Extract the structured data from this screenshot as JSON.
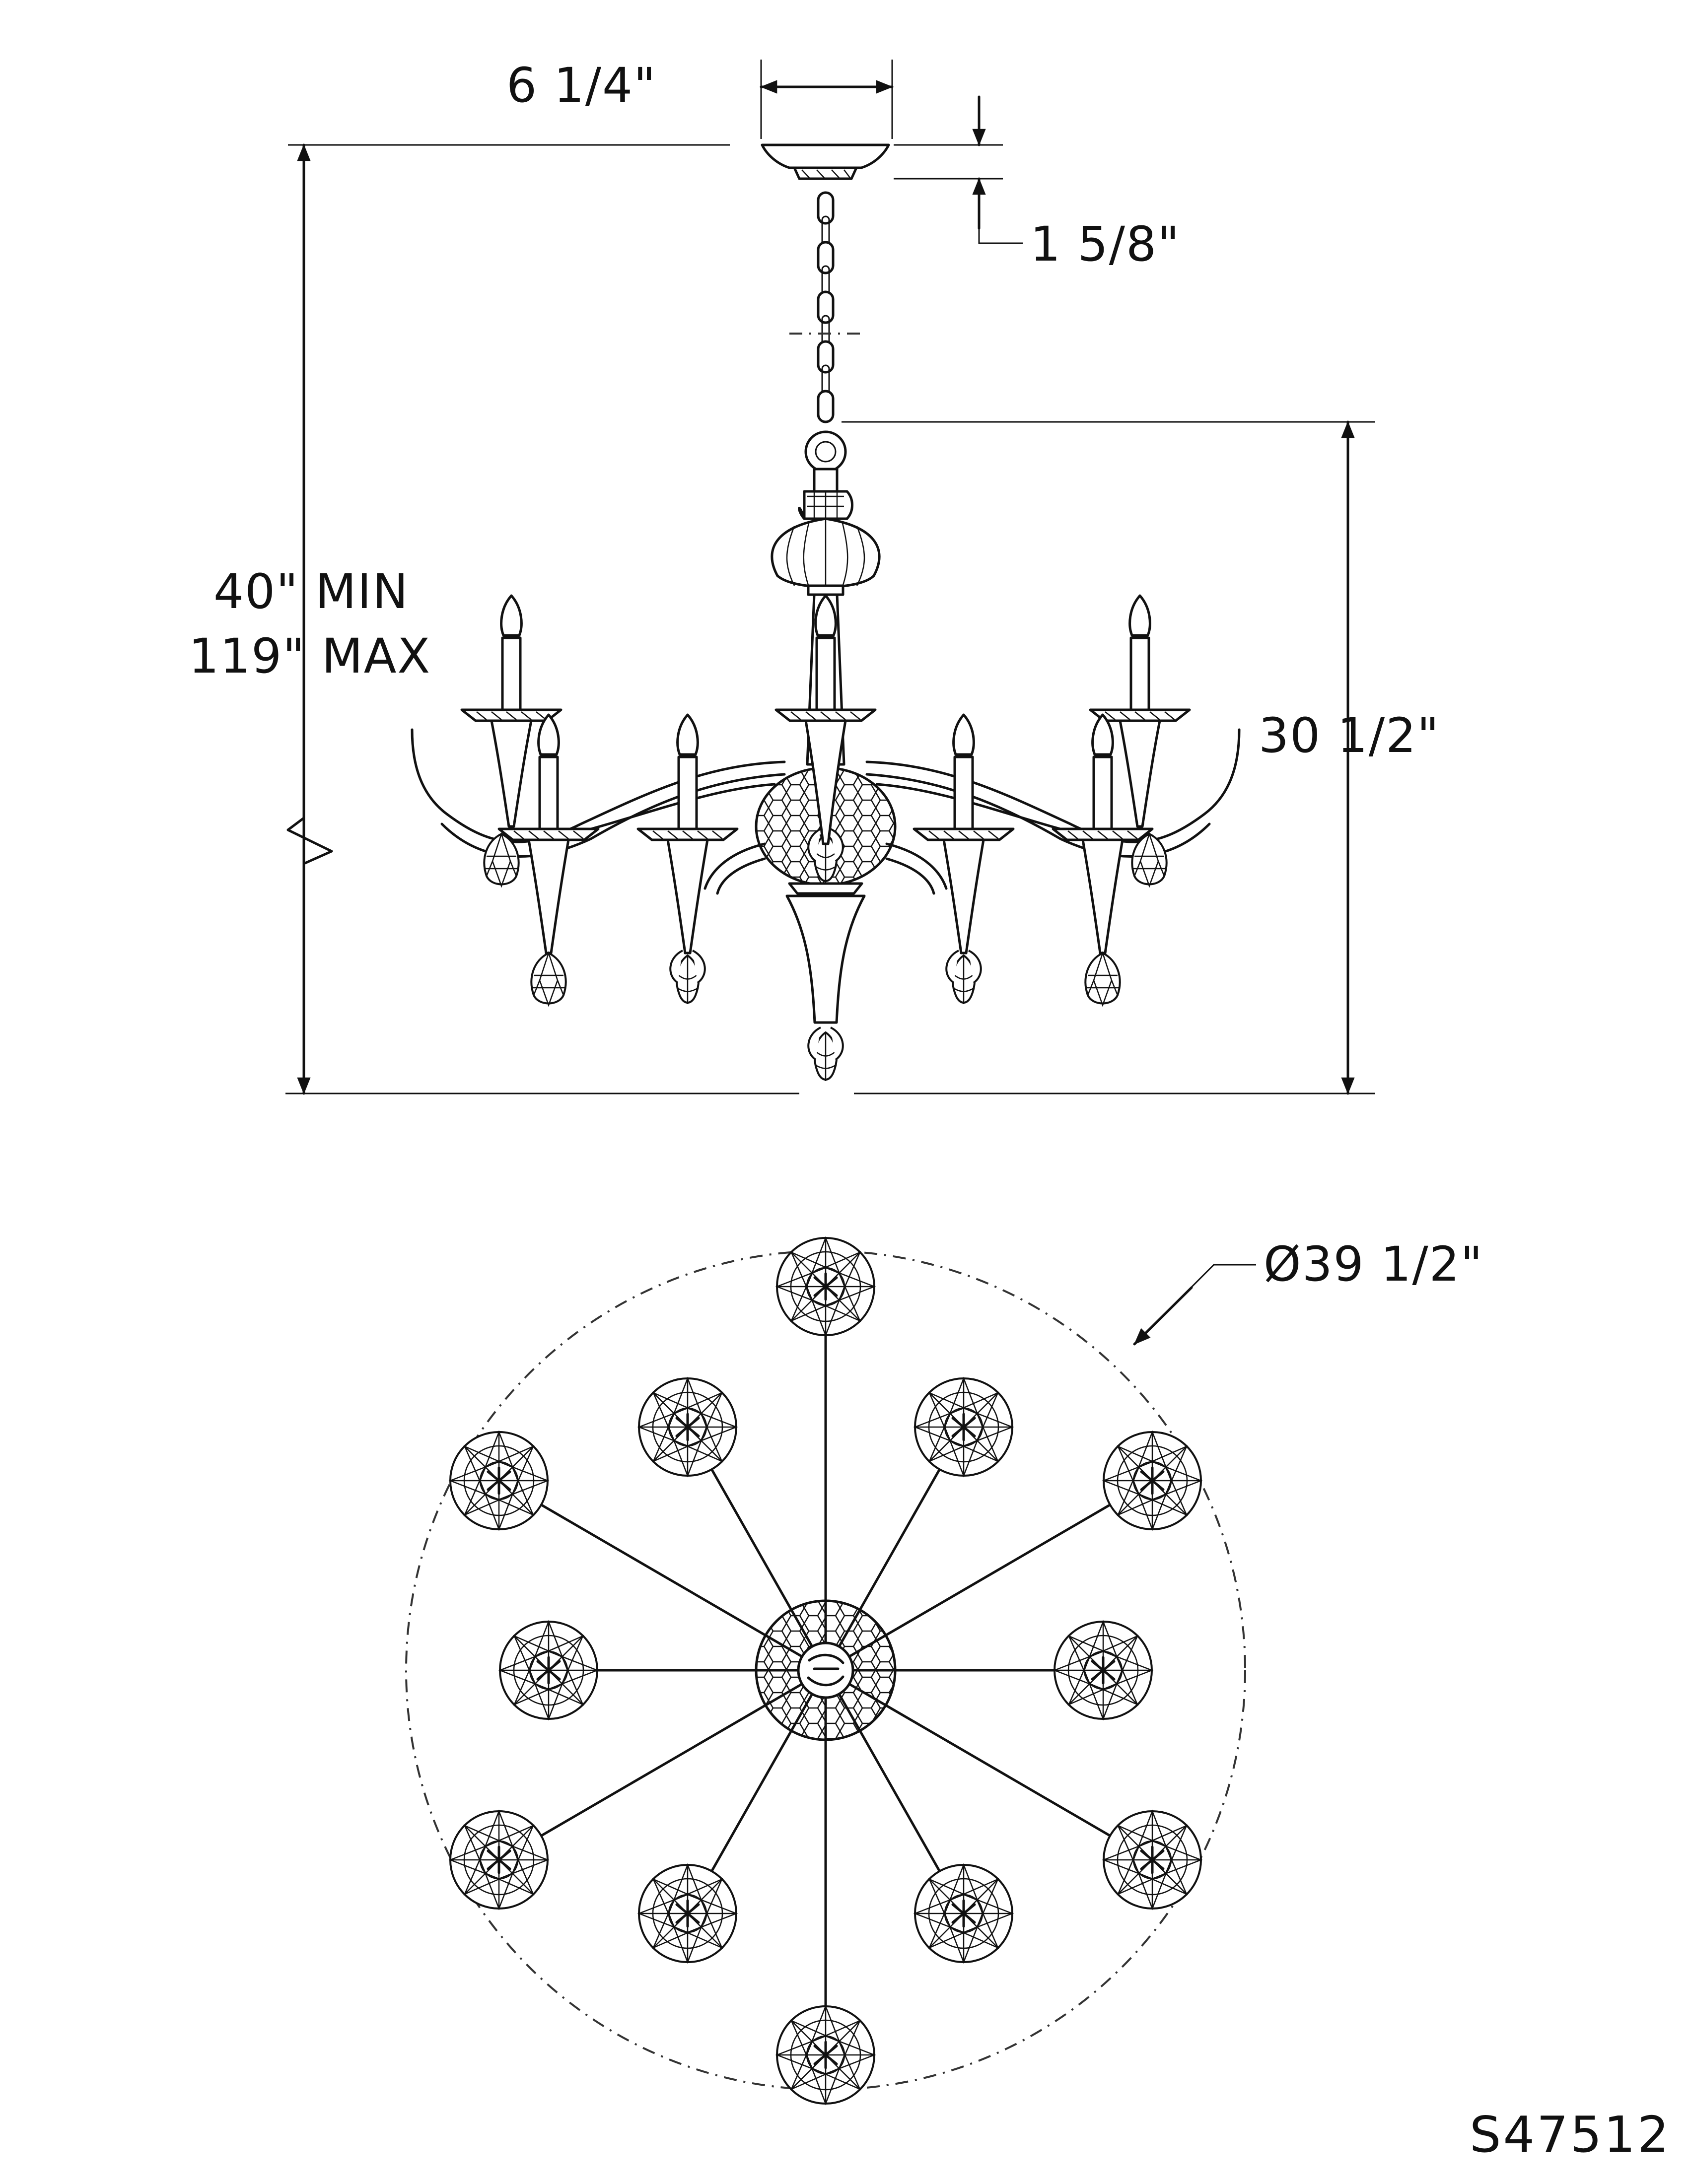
{
  "dimensions": {
    "canopy_diameter": "6 1/4\"",
    "canopy_height": "1 5/8\"",
    "overall_min": "40\" MIN",
    "overall_max": "119\" MAX",
    "body_height": "30 1/2\"",
    "overall_diameter": "Ø39 1/2\""
  },
  "model_number": "S47512"
}
